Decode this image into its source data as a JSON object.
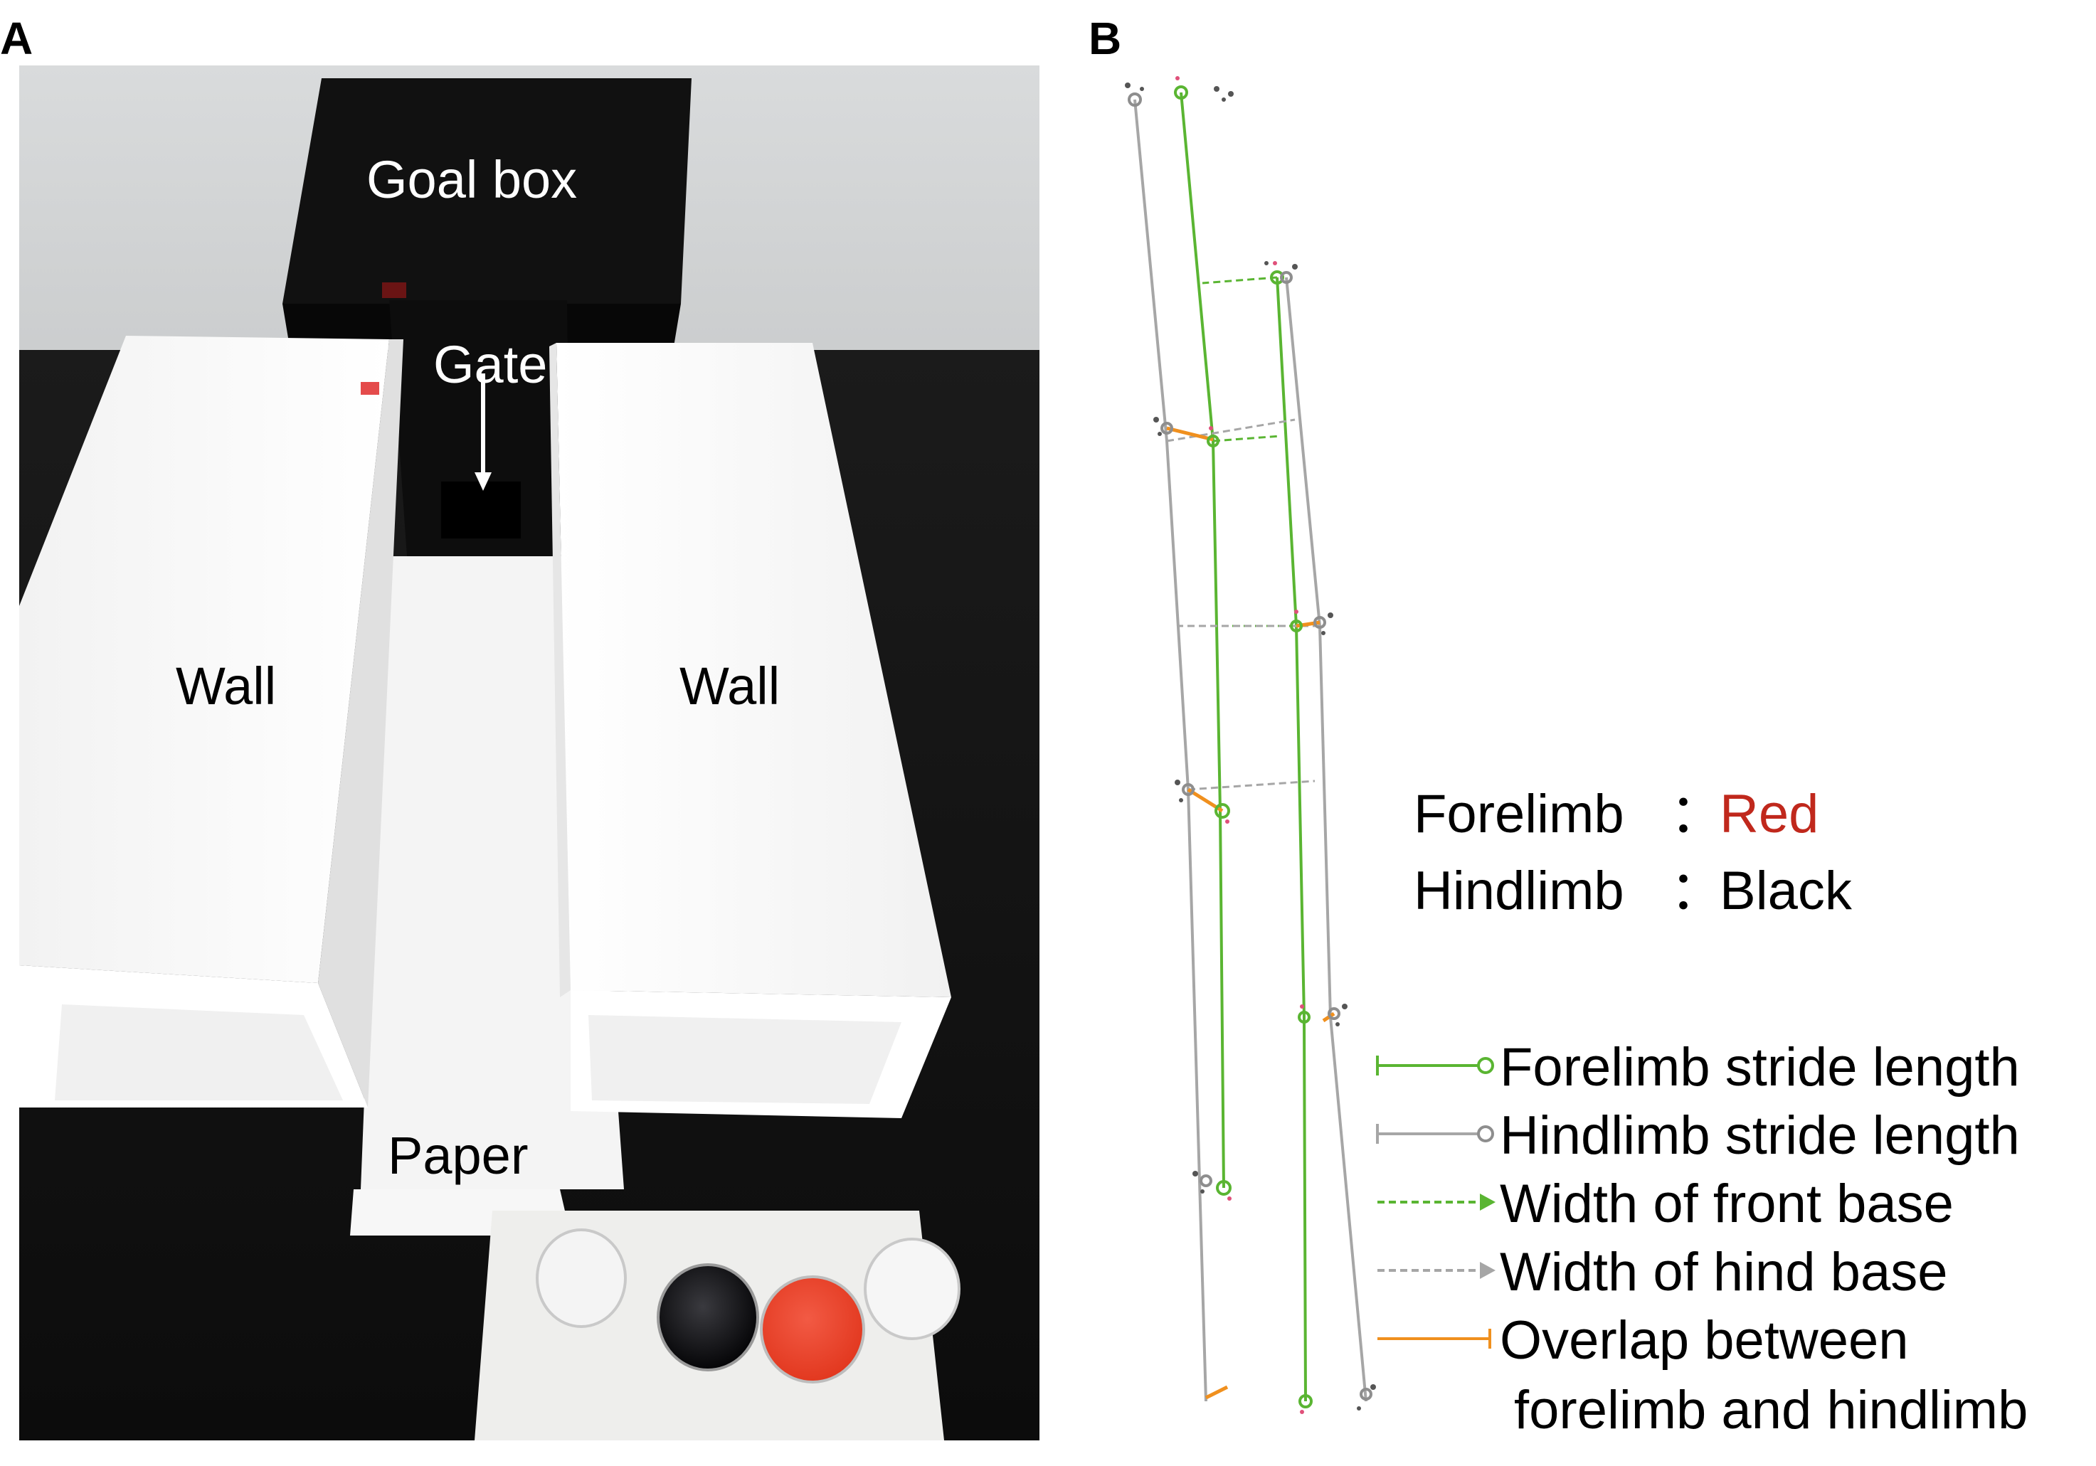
{
  "panels": {
    "a": {
      "letter": "A"
    },
    "b": {
      "letter": "B"
    }
  },
  "photo": {
    "labels": {
      "goal_box": "Goal box",
      "gate": "Gate",
      "wall_left": "Wall",
      "wall_right": "Wall",
      "paper": "Paper"
    }
  },
  "footprint_key": {
    "forelimb": {
      "name": "Forelimb",
      "separator": "：",
      "value": "Red"
    },
    "hindlimb": {
      "name": "Hindlimb",
      "separator": "：",
      "value": "Black"
    }
  },
  "legend": {
    "items": [
      {
        "label": "Forelimb stride length",
        "color": "#5ab532",
        "style": "solid-circle"
      },
      {
        "label": "Hindlimb stride length",
        "color": "#a6a6a6",
        "style": "solid-circle"
      },
      {
        "label": "Width of front base",
        "color": "#5ab532",
        "style": "dashed-arrow"
      },
      {
        "label": "Width of hind base",
        "color": "#a6a6a6",
        "style": "dashed-arrow"
      },
      {
        "label": "Overlap between",
        "color": "#f0901e",
        "style": "solid-bar"
      }
    ],
    "overlap_line2": "forelimb and hindlimb"
  },
  "colors": {
    "forelimb_stride": "#5ab532",
    "hindlimb_stride": "#a6a6a6",
    "overlap": "#f0901e",
    "red_text": "#c0281c"
  }
}
